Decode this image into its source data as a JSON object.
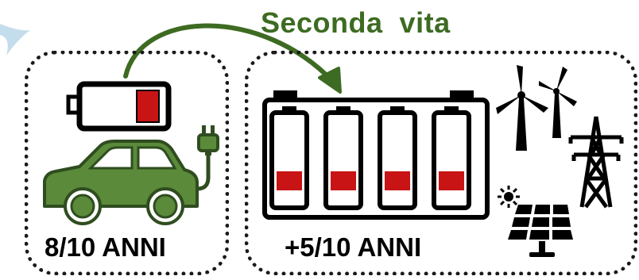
{
  "title": "Seconda  vita",
  "left_panel": {
    "label": "8/10 ANNI"
  },
  "right_panel": {
    "label": "+5/10 ANNI"
  },
  "colors": {
    "green": "#5a8a3a",
    "dark_green": "#3b5e27",
    "arrow": "#3d6b22",
    "battery_red": "#c81414",
    "outline": "#000000"
  },
  "icons": {
    "left": [
      "low-battery-icon",
      "electric-car-icon",
      "charging-plug-icon"
    ],
    "right": [
      "battery-pack-icon",
      "wind-turbines-icon",
      "power-pylon-icon",
      "sun-icon",
      "solar-panel-icon"
    ]
  }
}
